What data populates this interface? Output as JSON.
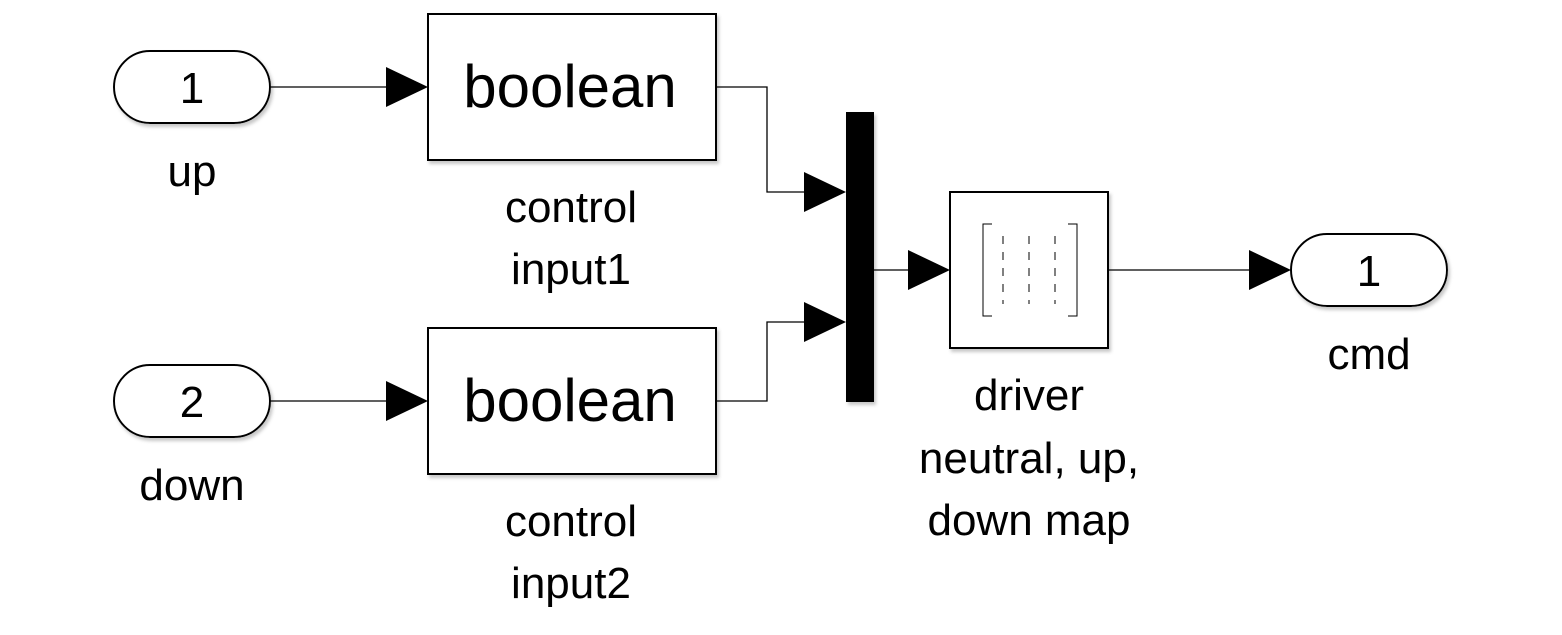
{
  "colors": {
    "background": "#ffffff",
    "stroke": "#000000",
    "block_fill": "#ffffff",
    "mux_fill": "#000000",
    "shadow": "#c8c8c8"
  },
  "inports": [
    {
      "number": "1",
      "label": "up"
    },
    {
      "number": "2",
      "label": "down"
    }
  ],
  "convert_blocks": [
    {
      "text": "boolean",
      "label_lines": [
        "control",
        "input1"
      ]
    },
    {
      "text": "boolean",
      "label_lines": [
        "control",
        "input2"
      ]
    }
  ],
  "mux": {
    "icon": "mux-bar-icon"
  },
  "matrix_block": {
    "icon": "matrix-gain-icon",
    "label_lines": [
      "driver",
      "neutral, up,",
      "down map"
    ]
  },
  "outport": {
    "number": "1",
    "label": "cmd"
  }
}
